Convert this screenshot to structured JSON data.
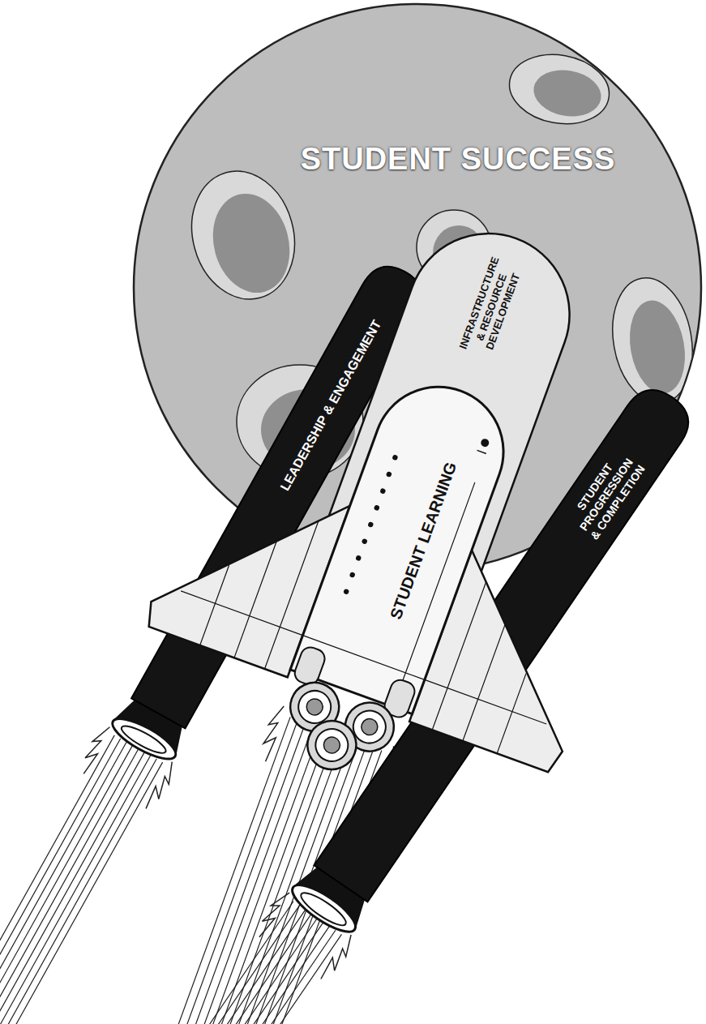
{
  "diagram": {
    "nodes": [
      {
        "text": [
          "STUDENT SUCCESS"
        ]
      },
      {
        "text": [
          "LEADERSHIP & ENGAGEMENT"
        ]
      },
      {
        "text": [
          "INFRASTRUCTURE & RESOURCE DEVELOPMENT"
        ]
      },
      {
        "text": [
          "STUDENT LEARNING"
        ]
      },
      {
        "text": [
          "STUDENT PROGRESSION & COMPLETION"
        ]
      }
    ]
  }
}
